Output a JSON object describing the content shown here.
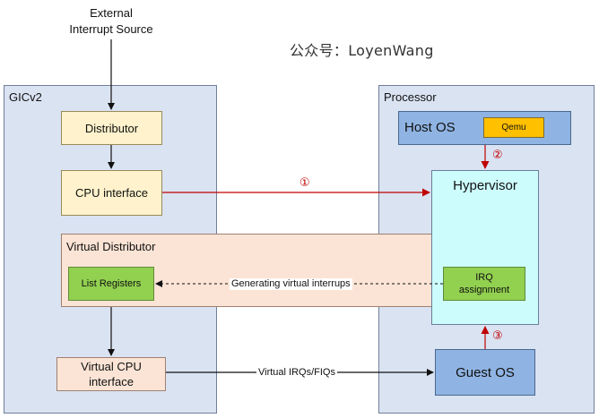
{
  "source": {
    "line1": "External",
    "line2": "Interrupt Source"
  },
  "watermark": "公众号：LoyenWang",
  "gic": {
    "title": "GICv2",
    "distributor": "Distributor",
    "cpu_interface": "CPU interface",
    "virtual_distributor": "Virtual Distributor",
    "list_registers": "List Registers",
    "virtual_cpu_interface_line1": "Virtual CPU",
    "virtual_cpu_interface_line2": "interface"
  },
  "processor": {
    "title": "Processor",
    "host_os": "Host OS",
    "qemu": "Qemu",
    "hypervisor": "Hypervisor",
    "irq_assignment_line1": "IRQ",
    "irq_assignment_line2": "assignment",
    "guest_os": "Guest OS"
  },
  "edges": {
    "step1": "①",
    "step2": "②",
    "step3": "③",
    "generating_virtual_interrupts": "Generating virtual interrups",
    "virtual_irqs_fiqs": "Virtual IRQs/FIQs"
  },
  "colors": {
    "panel_fill": "#dae3f2",
    "cream_fill": "#fff2cc",
    "peach_fill": "#fbe4d5",
    "green_fill": "#92d050",
    "blue_fill": "#8fb4e3",
    "cyan_fill": "#ccfcfc",
    "orange_fill": "#ffc000",
    "red_arrow": "#c00000"
  }
}
